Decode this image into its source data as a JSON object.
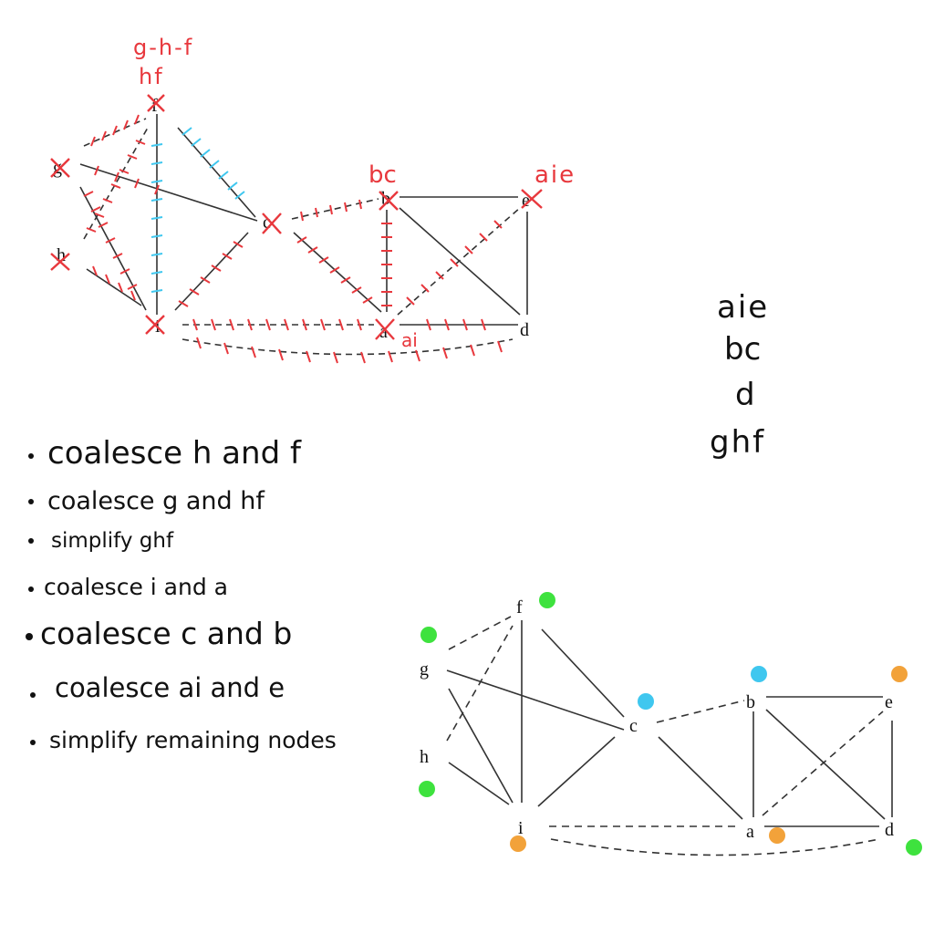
{
  "top_annotations": {
    "f_merge_top": "g-h-f",
    "f_merge_bottom": "hf",
    "b_label": "bc",
    "e_label": "aie",
    "a_label": "ai"
  },
  "graph_top": {
    "nodes": [
      "f",
      "g",
      "h",
      "c",
      "b",
      "e",
      "i",
      "a",
      "d"
    ]
  },
  "merged_nodes": [
    "aie",
    "bc",
    "d",
    "ghf"
  ],
  "steps": [
    "coalesce h and f",
    "coalesce g and hf",
    "simplify ghf",
    "coalesce i and a",
    "coalesce c and b",
    "coalesce ai and e",
    "simplify remaining nodes"
  ],
  "graph_bottom": {
    "nodes": [
      "f",
      "g",
      "h",
      "c",
      "b",
      "e",
      "i",
      "a",
      "d"
    ]
  },
  "colors": {
    "red": "#e8383d",
    "cyan": "#3fc7ef",
    "green": "#3ee23e",
    "orange": "#f2a23a",
    "ink": "#111111"
  }
}
